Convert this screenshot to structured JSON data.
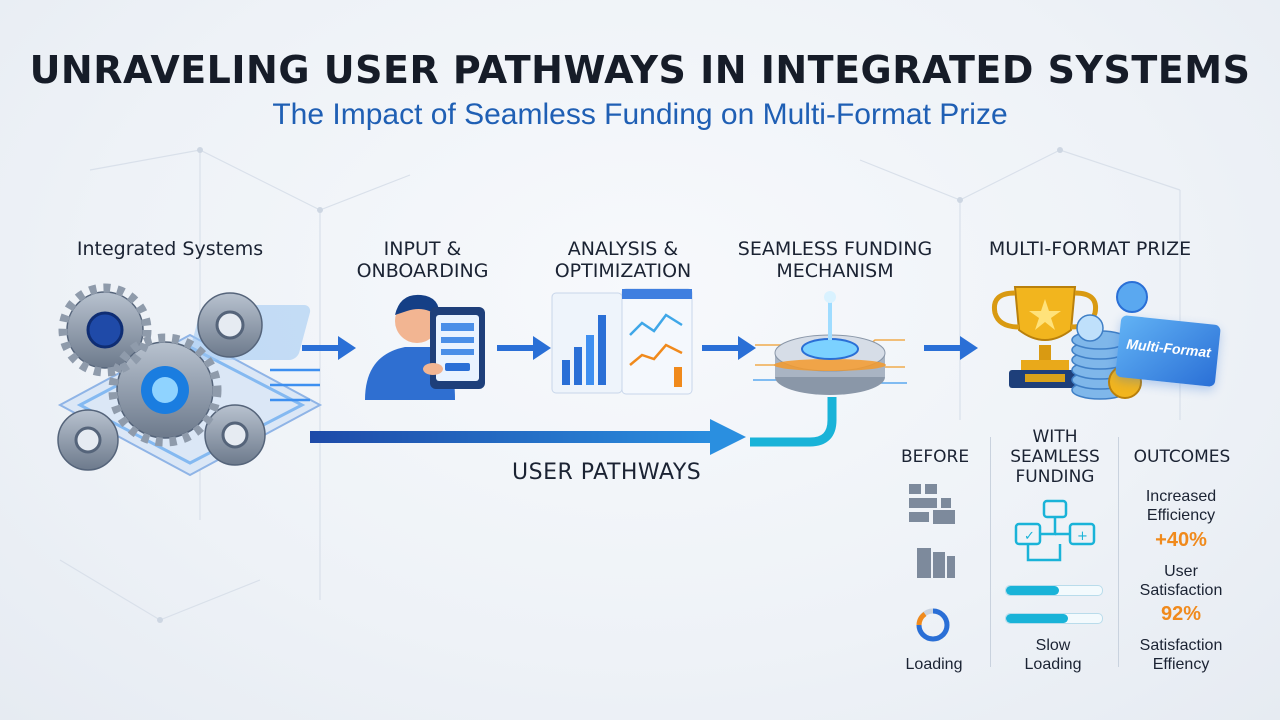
{
  "title": "UNRAVELING USER PATHWAYS IN INTEGRATED SYSTEMS",
  "subtitle": "The Impact of Seamless Funding on Multi-Format Prize",
  "stages": {
    "integrated": "Integrated Systems",
    "input": "INPUT & ONBOARDING",
    "analysis": "ANALYSIS & OPTIMIZATION",
    "funding": "SEAMLESS FUNDING MECHANISM",
    "prize": "MULTI-FORMAT PRIZE"
  },
  "pathway_label": "USER PATHWAYS",
  "prize_card_text": "Multi-Format",
  "comparison": {
    "before": {
      "heading": "BEFORE",
      "caption": "Loading"
    },
    "with_funding": {
      "heading": "WITH SEAMLESS FUNDING",
      "caption": "Slow Loading",
      "progress": [
        0.55,
        0.65
      ]
    },
    "outcomes": {
      "heading": "OUTCOMES",
      "items": [
        {
          "label": "Increased Efficiency",
          "value": "+40%"
        },
        {
          "label": "User Satisfaction",
          "value": "92%"
        }
      ],
      "footer": "Satisfaction Effiency"
    }
  },
  "colors": {
    "title": "#161c28",
    "subtitle": "#1f5fb4",
    "accent_blue": "#2a6fd6",
    "accent_cyan": "#19b3d8",
    "metric_orange": "#f08a1c"
  },
  "icons": {
    "gears": "gears-cluster-icon",
    "user_tablet": "user-with-tablet-icon",
    "charts": "analytics-charts-icon",
    "funding_device": "funding-hub-icon",
    "trophy": "trophy-icon",
    "coins": "coin-stack-icon",
    "before_blocks": "fragmented-blocks-icon",
    "loading": "loading-spinner-icon",
    "flow": "flowchart-icon"
  }
}
